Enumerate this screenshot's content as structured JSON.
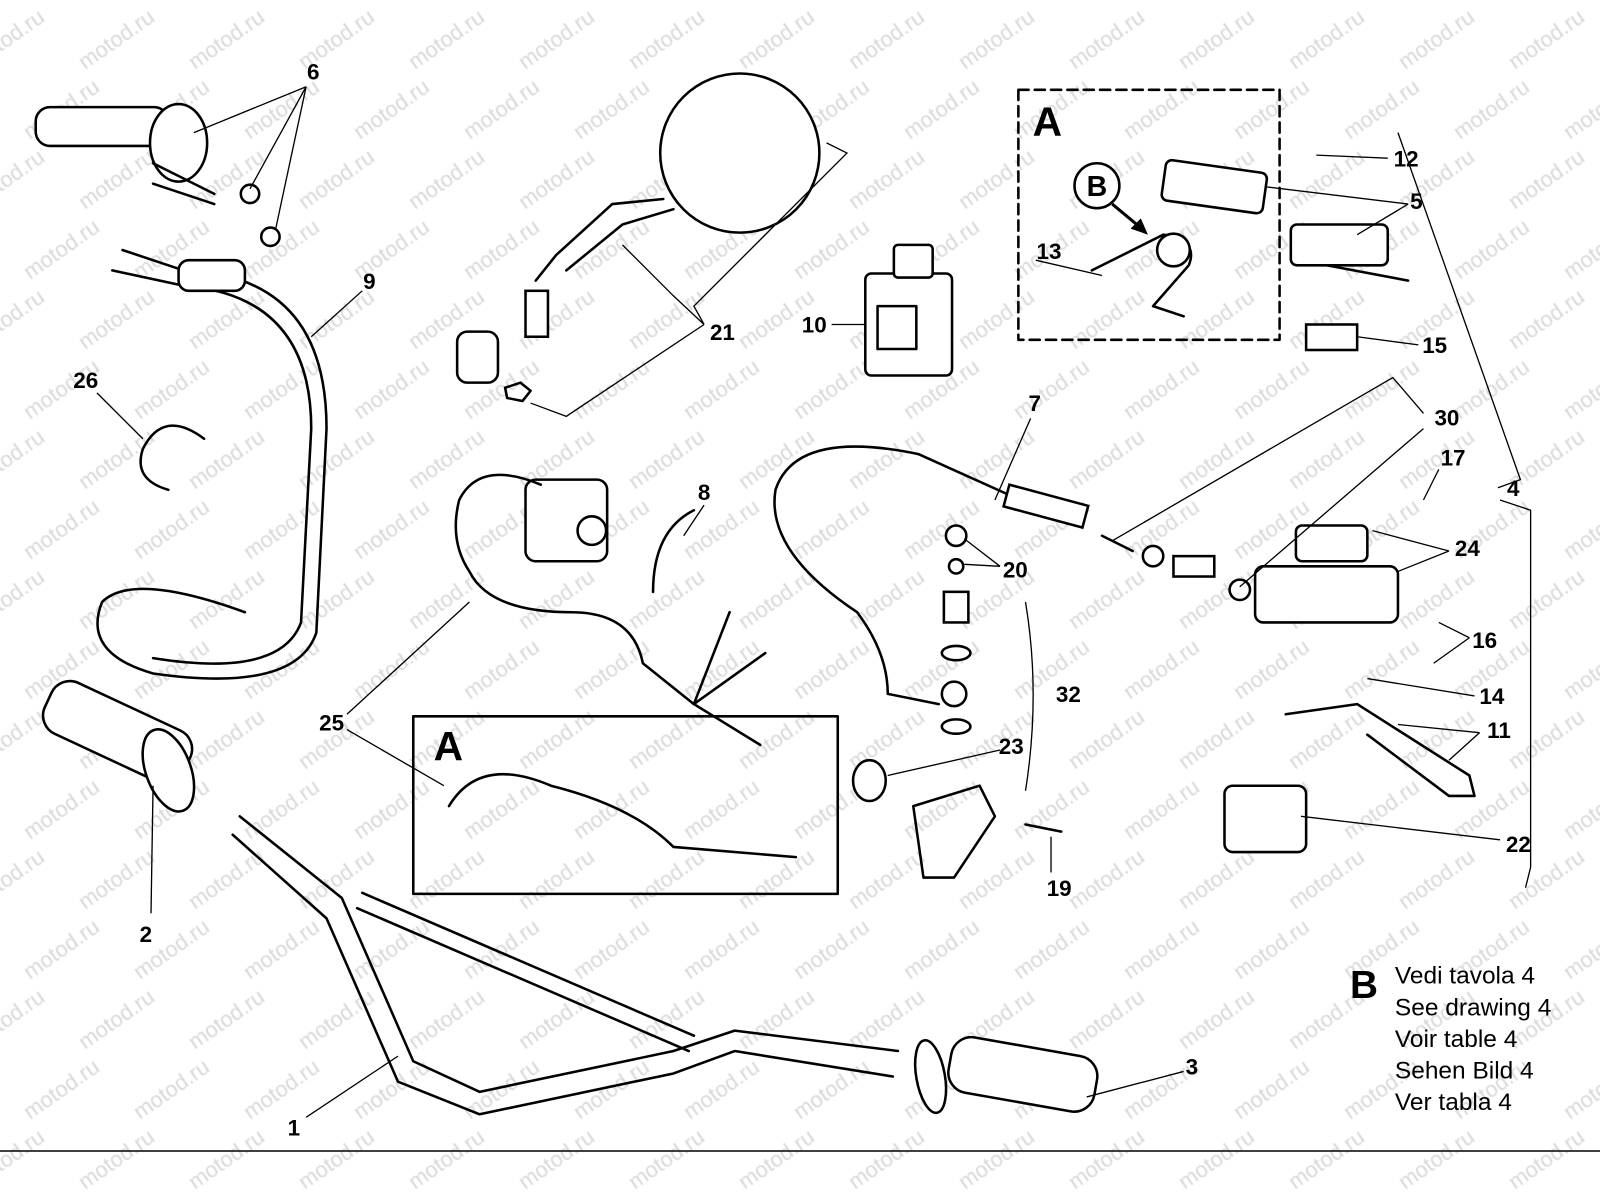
{
  "watermark": "motod.ru",
  "part_numbers": [
    "6",
    "9",
    "26",
    "21",
    "10",
    "8",
    "25",
    "2",
    "1",
    "3",
    "7",
    "20",
    "32",
    "23",
    "19",
    "12",
    "5",
    "13",
    "15",
    "30",
    "17",
    "4",
    "24",
    "16",
    "14",
    "11",
    "22"
  ],
  "detail_callouts": {
    "box_a_top": "A",
    "box_a_bottom": "A",
    "circle_b": "B"
  },
  "legend": {
    "key": "B",
    "lines": [
      "Vedi tavola 4",
      "See drawing 4",
      "Voir table 4",
      "Sehen Bild 4",
      "Ver tabla 4"
    ]
  }
}
